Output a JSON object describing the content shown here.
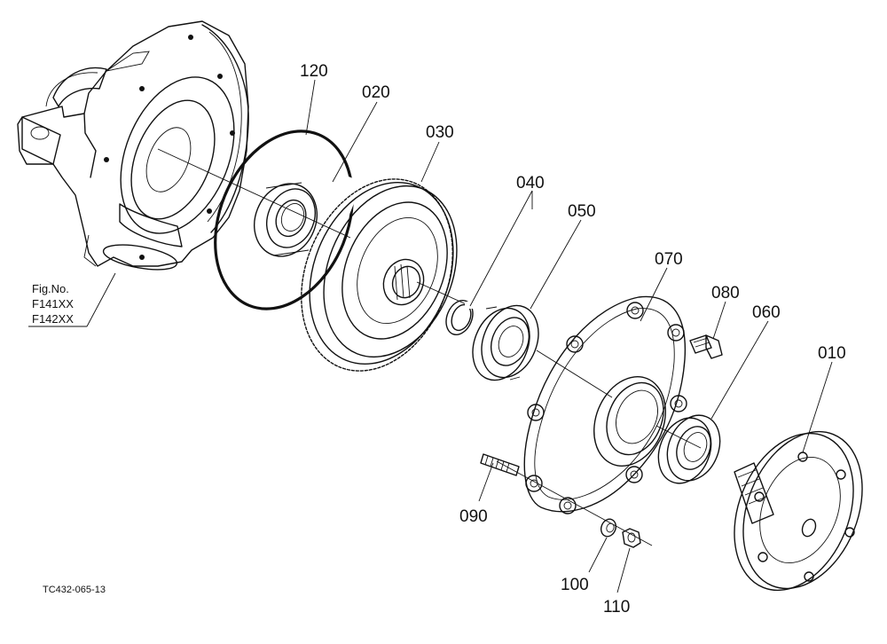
{
  "fig_ref": {
    "line1": "Fig.No.",
    "line2": "F141XX",
    "line3": "F142XX"
  },
  "drawing_code": "TC432-065-13",
  "parts": {
    "p010": "010",
    "p020": "020",
    "p030": "030",
    "p040": "040",
    "p050": "050",
    "p060": "060",
    "p070": "070",
    "p080": "080",
    "p090": "090",
    "p100": "100",
    "p110": "110",
    "p120": "120"
  }
}
